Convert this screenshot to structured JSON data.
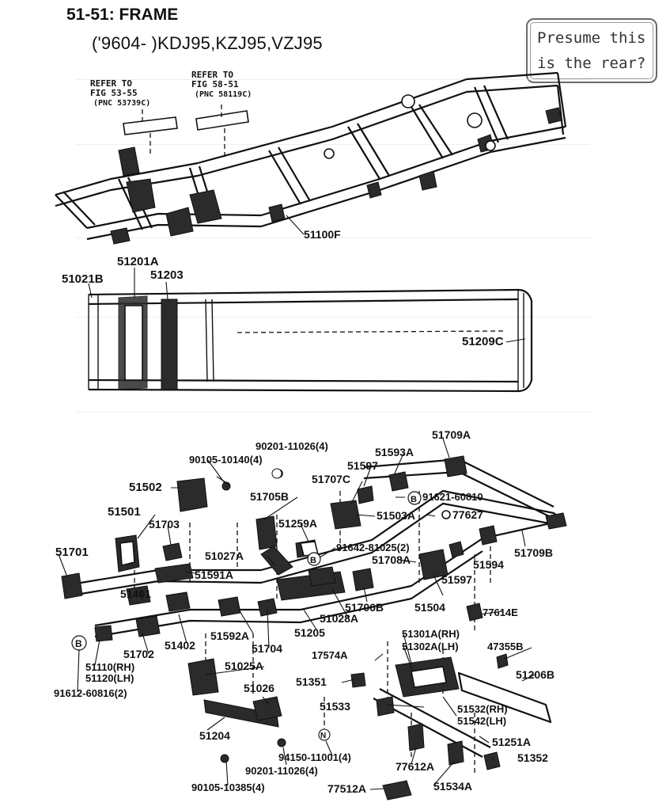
{
  "header": {
    "title": "51-51: FRAME",
    "models": "('9604-      )KDJ95,KZJ95,VZJ95"
  },
  "note": {
    "line1": "Presume this",
    "line2": "is the rear?"
  },
  "refs": {
    "ref1": [
      "REFER TO",
      "FIG 53-55",
      "(PNC 53739C)"
    ],
    "ref2": [
      "REFER TO",
      "FIG 58-51",
      "(PNC 58119C)"
    ]
  },
  "top_frame": {
    "label_51100F": "51100F"
  },
  "mid_frame": {
    "label_51201A": "51201A",
    "label_51021B": "51021B",
    "label_51203": "51203",
    "label_51209C": "51209C"
  },
  "parts": {
    "p90201_top": "90201-11026(4)",
    "p90105_top": "90105-10140(4)",
    "p51709A": "51709A",
    "p51593A": "51593A",
    "p51597_a": "51597",
    "p51502": "51502",
    "p51707C": "51707C",
    "p51705B": "51705B",
    "p91621": "91621-60810",
    "p51501": "51501",
    "p51703": "51703",
    "p51259A": "51259A",
    "p51503A": "51503A",
    "p77627": "77627",
    "p51701": "51701",
    "p51027A": "51027A",
    "p91642": "91642-81025(2)",
    "p51709B": "51709B",
    "p51591A": "51591A",
    "p51708A": "51708A",
    "p51594": "51594",
    "p51597_b": "51597",
    "p51401": "51401",
    "p51706B": "51706B",
    "p51504": "51504",
    "p77614E": "77614E",
    "p51028A": "51028A",
    "p51592A": "51592A",
    "p51205": "51205",
    "p51402": "51402",
    "p51704": "51704",
    "p51301A": "51301A(RH)",
    "p51302A": "51302A(LH)",
    "p47355B": "47355B",
    "p51702": "51702",
    "p51110": "51110(RH)",
    "p51120": "51120(LH)",
    "p17574A": "17574A",
    "p51025A": "51025A",
    "p51206B": "51206B",
    "p51351": "51351",
    "p91612": "91612-60816(2)",
    "p51026": "51026",
    "p51533": "51533",
    "p51532": "51532(RH)",
    "p51542": "51542(LH)",
    "p51204": "51204",
    "p94150": "94150-11001(4)",
    "p51251A": "51251A",
    "p90201_bot": "90201-11026(4)",
    "p77612A": "77612A",
    "p51352": "51352",
    "p90105_bot": "90105-10385(4)",
    "p77512A": "77512A",
    "p51534A": "51534A"
  },
  "markers": {
    "B": "B",
    "N": "N"
  }
}
